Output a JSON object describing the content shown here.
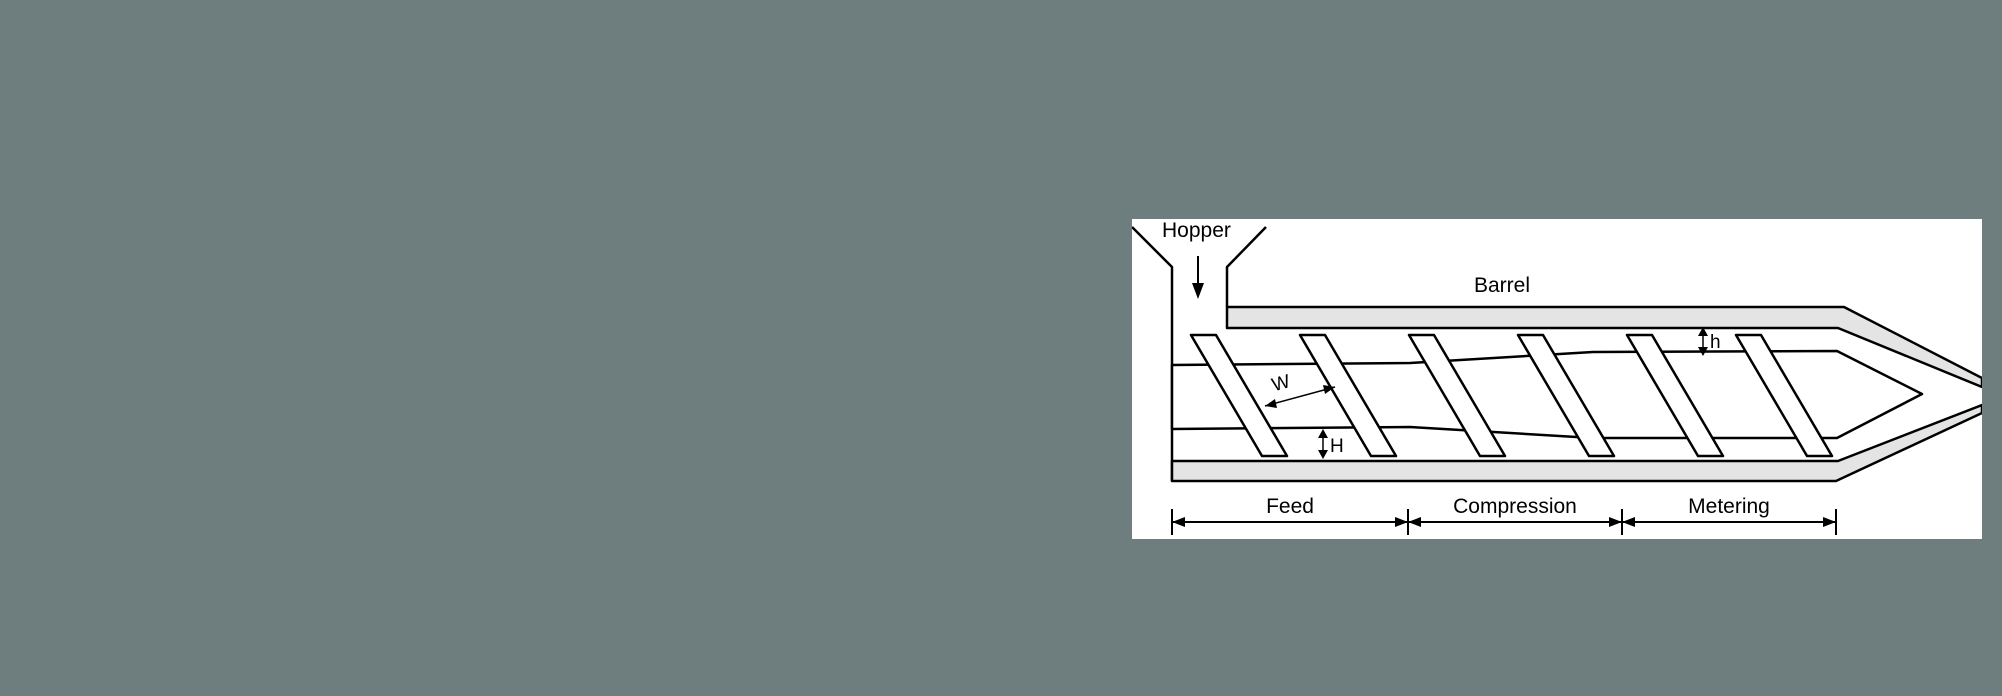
{
  "colors": {
    "page_background": "#6e7e7e",
    "diagram_background": "#ffffff",
    "barrel_fill": "#e4e4e4",
    "line": "#000000"
  },
  "labels": {
    "hopper": "Hopper",
    "barrel": "Barrel",
    "channel_width": "W",
    "feed_depth": "H",
    "metering_depth": "h"
  },
  "zones": {
    "feed": "Feed",
    "compression": "Compression",
    "metering": "Metering"
  }
}
